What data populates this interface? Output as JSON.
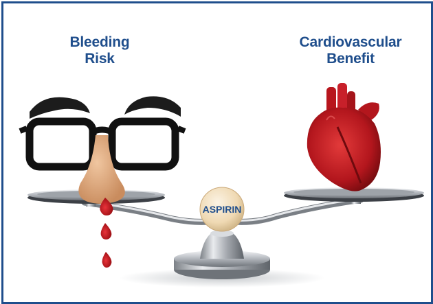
{
  "labels": {
    "left": {
      "line1": "Bleeding",
      "line2": "Risk"
    },
    "right": {
      "line1": "Cardiovascular",
      "line2": "Benefit"
    }
  },
  "fulcrum_label": "ASPIRIN",
  "colors": {
    "border": "#1f4e8c",
    "label_text": "#1f4e8c",
    "aspirin_text": "#1f4e8c",
    "heart_red": "#c8202a",
    "blood_red": "#c0161e",
    "metal": "#b8bcc2"
  }
}
